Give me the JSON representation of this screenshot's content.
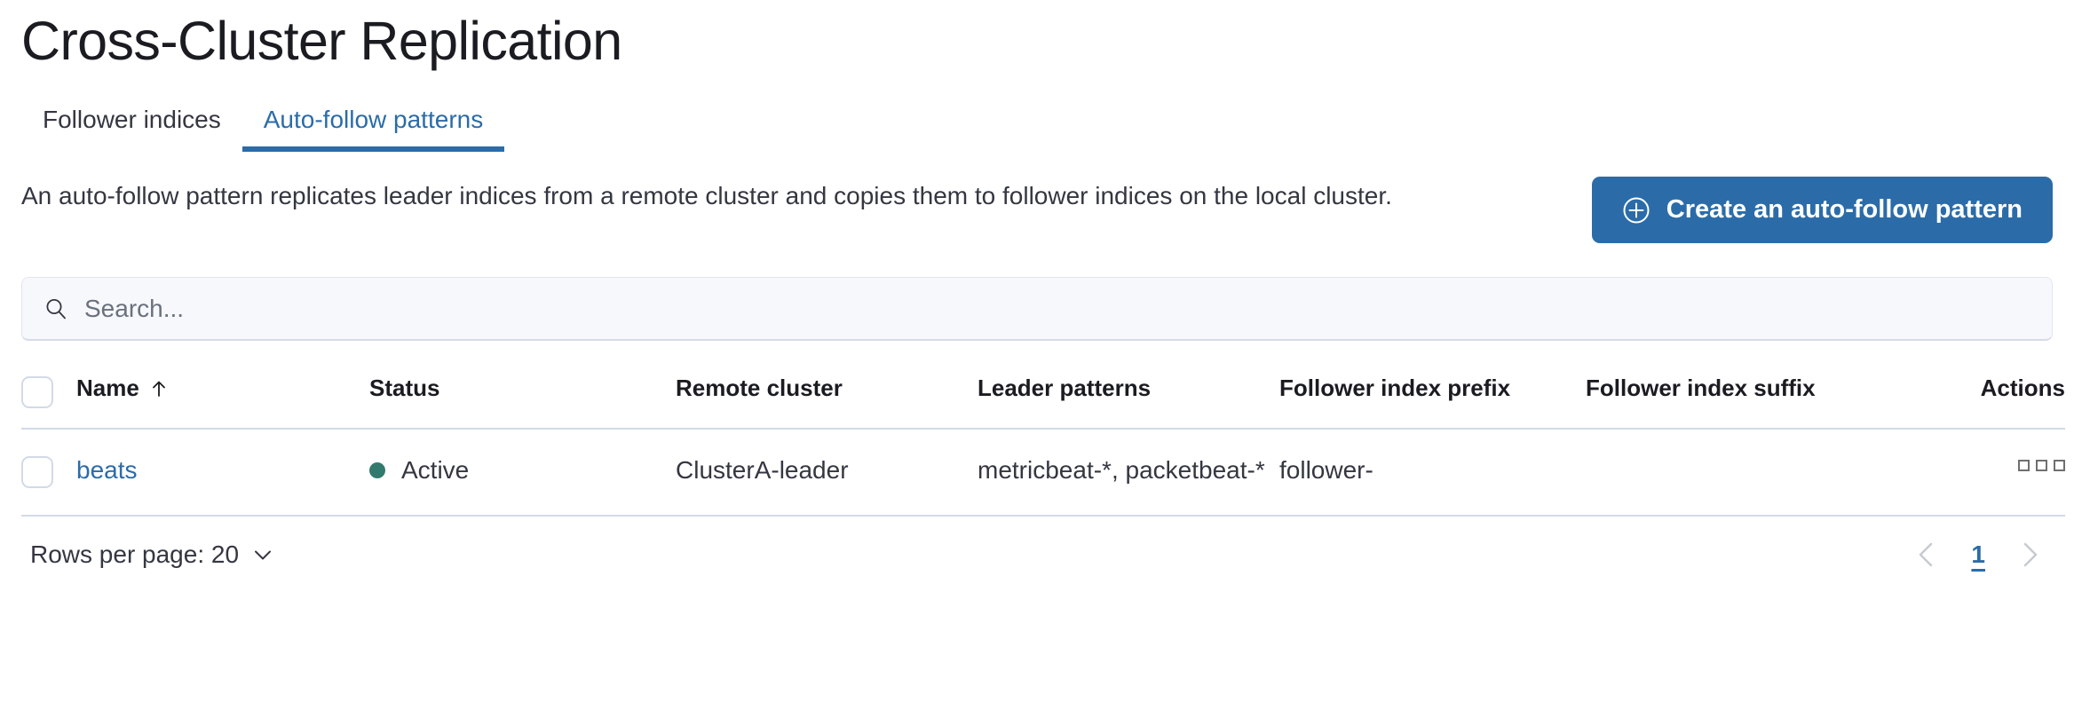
{
  "header": {
    "title": "Cross-Cluster Replication"
  },
  "tabs": [
    {
      "label": "Follower indices",
      "active": false,
      "name": "tab-follower-indices"
    },
    {
      "label": "Auto-follow patterns",
      "active": true,
      "name": "tab-auto-follow-patterns"
    }
  ],
  "intro": {
    "description": "An auto-follow pattern replicates leader indices from a remote cluster and copies them to follower indices on the local cluster.",
    "cta_label": "Create an auto-follow pattern",
    "cta_icon": "plus-in-circle-icon"
  },
  "search": {
    "placeholder": "Search...",
    "value": "",
    "icon": "search-icon"
  },
  "table": {
    "columns": [
      {
        "key": "name",
        "label": "Name",
        "sort": "asc",
        "sort_icon": "sort-arrow-up-icon"
      },
      {
        "key": "status",
        "label": "Status"
      },
      {
        "key": "remote_cluster",
        "label": "Remote cluster"
      },
      {
        "key": "leader_patterns",
        "label": "Leader patterns"
      },
      {
        "key": "follower_index_prefix",
        "label": "Follower index prefix"
      },
      {
        "key": "follower_index_suffix",
        "label": "Follower index suffix"
      },
      {
        "key": "actions",
        "label": "Actions"
      }
    ],
    "rows": [
      {
        "name": "beats",
        "status": "Active",
        "status_color": "#327a6e",
        "remote_cluster": "ClusterA-leader",
        "leader_patterns": "metricbeat-*, packetbeat-*",
        "follower_index_prefix": "follower-",
        "follower_index_suffix": "",
        "actions_icon": "more-actions-icon"
      }
    ]
  },
  "footer": {
    "rows_per_page_label": "Rows per page: 20",
    "rows_per_page_icon": "chevron-down-icon",
    "prev_icon": "chevron-left-icon",
    "next_icon": "chevron-right-icon",
    "pages": [
      "1"
    ],
    "current_page": "1"
  },
  "colors": {
    "accent": "#2b6ca8",
    "status_active": "#327a6e",
    "divider": "#d3dae6",
    "text": "#343741"
  }
}
